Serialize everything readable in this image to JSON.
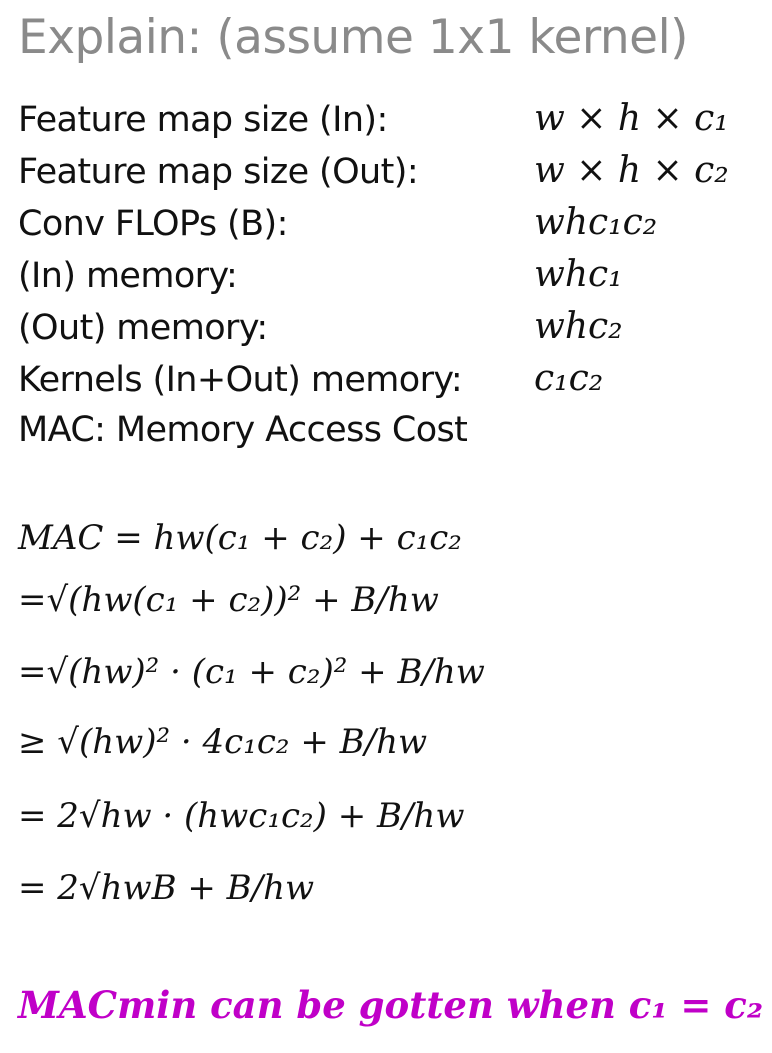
{
  "title": "Explain: (assume 1x1 kernel)",
  "rows": [
    {
      "label": "Feature map size (In):",
      "value": "w × h × c₁"
    },
    {
      "label": "Feature map size (Out):",
      "value": "w × h × c₂"
    },
    {
      "label": "Conv FLOPs (B):",
      "value": "whc₁c₂"
    },
    {
      "label": "(In) memory:",
      "value": "whc₁"
    },
    {
      "label": "(Out) memory:",
      "value": "whc₂"
    },
    {
      "label": "Kernels (In+Out) memory:",
      "value": "c₁c₂"
    },
    {
      "label": "MAC: Memory Access Cost",
      "value": ""
    }
  ],
  "derivation": [
    "MAC = hw(c₁ + c₂) + c₁c₂",
    "=√(hw(c₁ + c₂))² + B/hw",
    "=√(hw)² · (c₁ + c₂)² + B/hw",
    "≥ √(hw)² · 4c₁c₂ + B/hw",
    "= 2√hw · (hwc₁c₂) + B/hw",
    "= 2√hwB + B/hw"
  ],
  "conclusion": "MACmin can be gotten when c₁ = c₂",
  "colors": {
    "title": "#8a8a8a",
    "text": "#111111",
    "conclusion": "#c000c8"
  }
}
